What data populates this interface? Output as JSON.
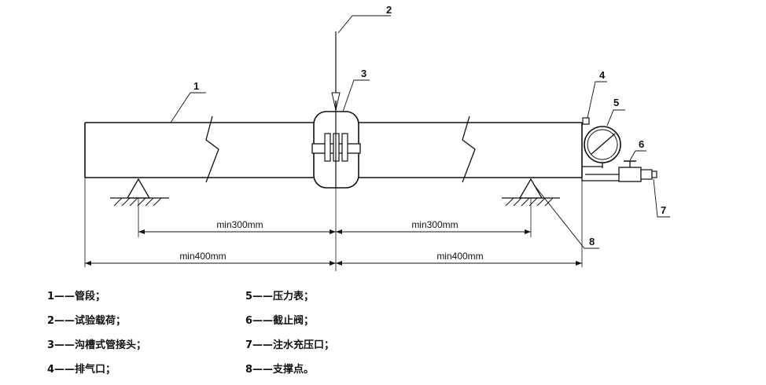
{
  "diagram": {
    "callouts": [
      "1",
      "2",
      "3",
      "4",
      "5",
      "6",
      "7",
      "8"
    ],
    "dimensions": {
      "left_inner": "min300mm",
      "right_inner": "min300mm",
      "left_outer": "min400mm",
      "right_outer": "min400mm"
    }
  },
  "legend": [
    "1——管段；",
    "2——试验载荷；",
    "3——沟槽式管接头；",
    "4——排气口；",
    "5——压力表；",
    "6——截止阀；",
    "7——注水充压口；",
    "8——支撑点。"
  ]
}
